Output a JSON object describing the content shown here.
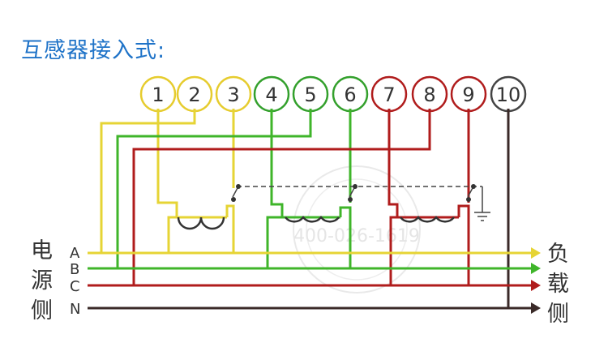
{
  "title": "互感器接入式:",
  "terminals": [
    {
      "num": "1",
      "color": "#e6cc2e"
    },
    {
      "num": "2",
      "color": "#e6cc2e"
    },
    {
      "num": "3",
      "color": "#e6cc2e"
    },
    {
      "num": "4",
      "color": "#33a02c"
    },
    {
      "num": "5",
      "color": "#33a02c"
    },
    {
      "num": "6",
      "color": "#33a02c"
    },
    {
      "num": "7",
      "color": "#b01c1c"
    },
    {
      "num": "8",
      "color": "#b01c1c"
    },
    {
      "num": "9",
      "color": "#b01c1c"
    },
    {
      "num": "10",
      "color": "#444444"
    }
  ],
  "phases": [
    {
      "label": "A",
      "color": "#e6d435"
    },
    {
      "label": "B",
      "color": "#3fb52a"
    },
    {
      "label": "C",
      "color": "#b01c1c"
    },
    {
      "label": "N",
      "color": "#3a2a28"
    }
  ],
  "source_side": [
    "电",
    "源",
    "侧"
  ],
  "load_side": [
    "负",
    "载",
    "侧"
  ],
  "watermark": "400-026-1619",
  "colors": {
    "title": "#1f73c8",
    "yellow": "#e6d435",
    "green": "#3fb52a",
    "red": "#b01c1c",
    "neutral": "#3a2a28"
  }
}
